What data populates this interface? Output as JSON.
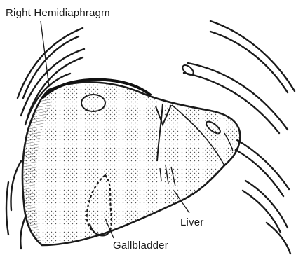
{
  "labels": {
    "right_hemidiaphragm": "Right Hemidiaphragm",
    "liver": "Liver",
    "gallbladder": "Gallbladder"
  },
  "colors": {
    "ink": "#1a1a1a",
    "shade": "#9a9a9a",
    "background": "#ffffff"
  }
}
